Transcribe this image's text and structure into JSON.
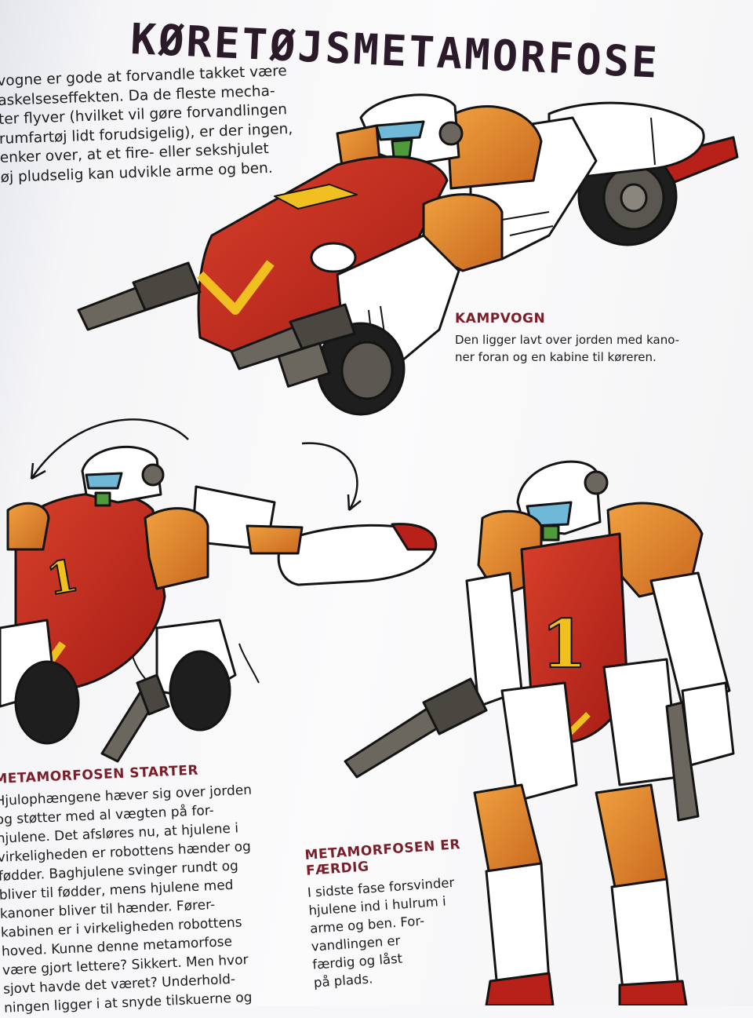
{
  "title": "KØRETØJSMETAMORFOSE",
  "intro_lines": [
    "vogne er gode at forvandle takket være",
    "askelseseffekten. Da de fleste mecha-",
    "ter flyver (hvilket vil gøre forvandlingen",
    " rumfartøj lidt forudsigelig), er der ingen,",
    "enker over, at et fire- eller sekshjulet",
    "øj pludselig kan udvikle arme og ben."
  ],
  "kampvogn": {
    "heading": "KAMPVOGN",
    "lines": [
      "Den ligger lavt over jorden med kano-",
      "ner foran og en kabine til køreren."
    ]
  },
  "starter": {
    "heading": "METAMORFOSEN STARTER",
    "lines": [
      "Hjulophængene hæver sig over jorden",
      "og støtter med al vægten på for-",
      "hjulene. Det afsløres nu, at hjulene i",
      "virkeligheden er robottens hænder og",
      "fødder. Baghjulene svinger rundt og",
      "bliver til fødder, mens hjulene med",
      "kanoner bliver til hænder. Fører-",
      "kabinen er i virkeligheden robottens",
      "hoved. Kunne denne metamorfose",
      "være gjort lettere? Sikkert. Men hvor",
      "sjovt havde det været? Underhold-",
      "ningen ligger i at snyde tilskuerne og"
    ]
  },
  "faerdig": {
    "heading_lines": [
      "METAMORFOSEN ER",
      "FÆRDIG"
    ],
    "lines": [
      "I sidste fase forsvinder",
      "hjulene ind i hulrum i",
      "arme og ben. For-",
      "vandlingen er",
      "færdig og låst",
      "på plads."
    ]
  },
  "decal_number": "1",
  "colors": {
    "red": "#c0281c",
    "orange": "#e0802a",
    "white": "#ffffff",
    "gray": "#6b675e",
    "heading": "#7a1f2a",
    "visor": "#6fb8d8",
    "yellow": "#f0c020"
  }
}
